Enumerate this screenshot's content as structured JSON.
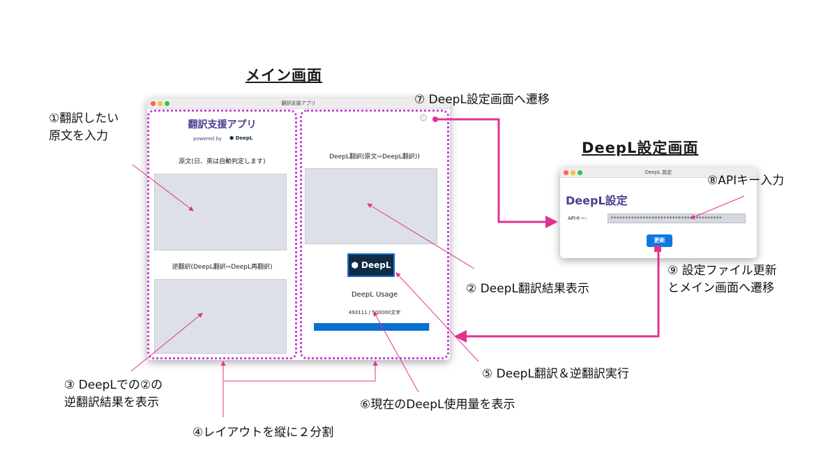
{
  "headings": {
    "main_screen": "メイン画面",
    "deepl_settings_screen": "DeepL設定画面"
  },
  "main_window": {
    "title": "翻訳支援アプリ",
    "app_title": "翻訳支援アプリ",
    "powered_by": "powered by",
    "powered_logo": "DeepL",
    "source_label": "原文(日、英は自動判定します)",
    "back_translation_label": "逆翻訳(DeepL翻訳⇨DeepL再翻訳)",
    "deepl_translation_label": "DeepL翻訳(原文⇨DeepL翻訳))",
    "deepl_button_label": "DeepL",
    "usage_title": "DeepL Usage",
    "usage_text": "493111 / 500000文字",
    "usage_fraction": 0.986,
    "gear_icon": "gear-icon"
  },
  "settings_window": {
    "title": "DeepL 設定",
    "heading": "DeepL設定",
    "api_key_label": "APIキー:",
    "api_key_value": "**************************************",
    "update_button": "更新"
  },
  "annotations": {
    "a1": "①翻訳したい",
    "a1b": "原文を入力",
    "a2": "② DeepL翻訳結果表示",
    "a3": "③ DeepLでの②の",
    "a3b": "逆翻訳結果を表示",
    "a4": "④レイアウトを縦に２分割",
    "a5": "⑤ DeepL翻訳＆逆翻訳実行",
    "a6": "⑥現在のDeepL使用量を表示",
    "a7": "⑦ DeepL設定画面へ遷移",
    "a8": "⑧APIキー入力",
    "a9": "⑨ 設定ファイル更新",
    "a9b": "とメイン画面へ遷移"
  },
  "colors": {
    "accent_magenta": "#e0338f",
    "panel_dotted": "#c744d6",
    "app_title_purple": "#4b3d8f",
    "deepl_navy": "#0f2b46",
    "usage_blue": "#0a6fd0"
  }
}
